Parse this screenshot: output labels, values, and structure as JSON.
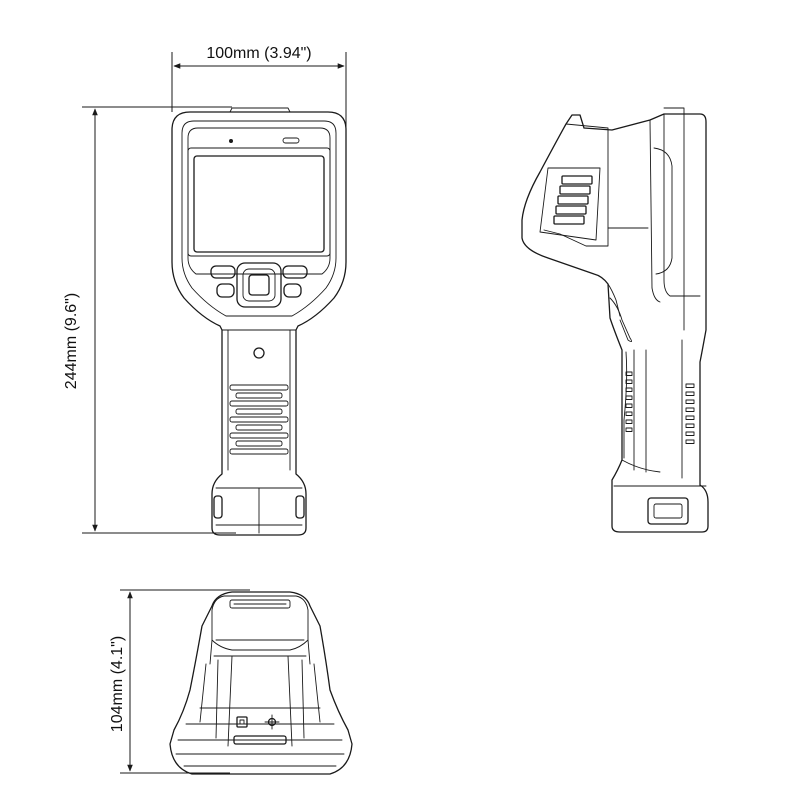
{
  "dimensions": {
    "width_label": "100mm (3.94\")",
    "height_label": "244mm (9.6\")",
    "depth_label": "104mm (4.1\")"
  }
}
